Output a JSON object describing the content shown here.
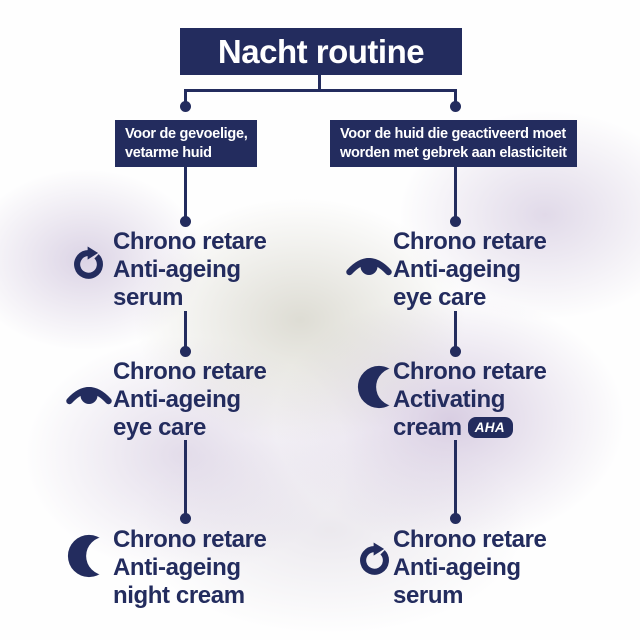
{
  "title": "Nacht routine",
  "colors": {
    "navy": "#232c5e",
    "text_light": "#ffffff"
  },
  "branches": [
    {
      "label_lines": [
        "Voor de gevoelige,",
        "vetarme huid"
      ],
      "steps": [
        {
          "icon": "refresh-icon",
          "lines": [
            "Chrono retare",
            "Anti-ageing",
            "serum"
          ]
        },
        {
          "icon": "eye-icon",
          "lines": [
            "Chrono retare",
            "Anti-ageing",
            "eye care"
          ]
        },
        {
          "icon": "moon-icon",
          "lines": [
            "Chrono retare",
            "Anti-ageing",
            "night cream"
          ]
        }
      ]
    },
    {
      "label_lines": [
        "Voor de huid die geactiveerd moet",
        "worden met gebrek aan elasticiteit"
      ],
      "steps": [
        {
          "icon": "eye-icon",
          "lines": [
            "Chrono retare",
            "Anti-ageing",
            "eye care"
          ]
        },
        {
          "icon": "moon-icon",
          "lines": [
            "Chrono retare",
            "Activating",
            "cream"
          ],
          "badge": "AHA"
        },
        {
          "icon": "refresh-icon",
          "lines": [
            "Chrono retare",
            "Anti-ageing",
            "serum"
          ]
        }
      ]
    }
  ]
}
